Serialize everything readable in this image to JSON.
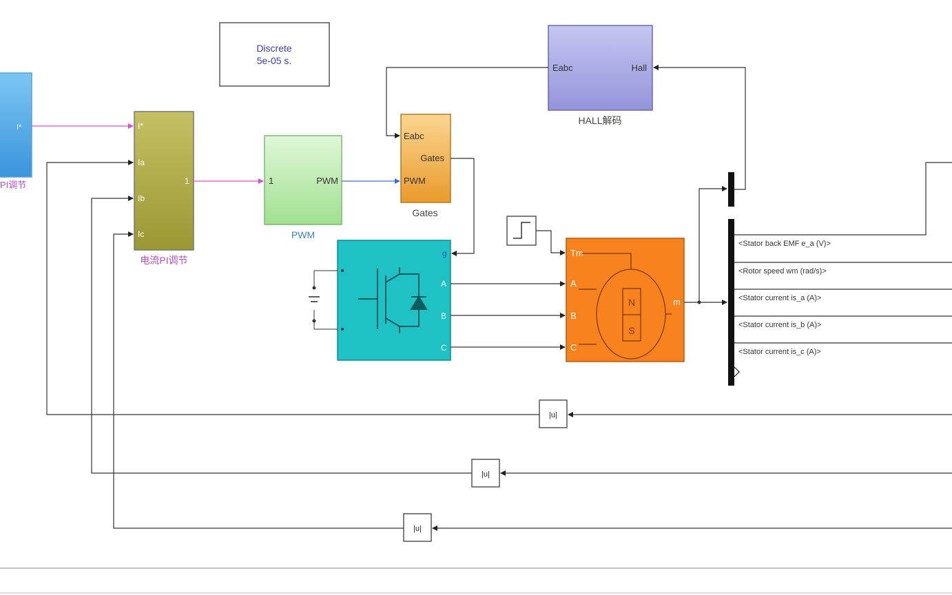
{
  "solver_block": {
    "line1": "Discrete",
    "line2": "5e-05 s."
  },
  "speed_pi": {
    "caption": "PI调节",
    "out_port": "I*"
  },
  "current_pi": {
    "caption": "电流PI调节",
    "in_ports": [
      "I*",
      "Ia",
      "Ib",
      "Ic"
    ],
    "out_port": "1"
  },
  "pwm": {
    "caption": "PWM",
    "in_port": "1",
    "out_port": "PWM"
  },
  "gates": {
    "caption": "Gates",
    "in_ports": [
      "Eabc",
      "PWM"
    ],
    "out_port": "Gates"
  },
  "hall": {
    "caption": "HALL解码",
    "in_port": "Hall",
    "out_port": "Eabc"
  },
  "inverter": {
    "port_g": "g",
    "ports": [
      "A",
      "B",
      "C"
    ]
  },
  "motor": {
    "in_ports": [
      "Tm",
      "A",
      "B",
      "C"
    ],
    "out_port": "m",
    "pole_n": "N",
    "pole_s": "S"
  },
  "bus_selector": {
    "signals": [
      "<Stator back EMF e_a (V)>",
      "<Rotor speed wm (rad/s)>",
      "<Stator current is_a (A)>",
      "<Stator current is_b (A)>",
      "<Stator current is_c (A)>"
    ]
  },
  "abs_blocks": [
    {
      "symbol": "|u|"
    },
    {
      "symbol": "|u|"
    },
    {
      "symbol": "|u|"
    }
  ],
  "colors": {
    "speed_pi": "#4aa6e6",
    "current_pi": "#b0ad45",
    "pwm": "#b8ecb0",
    "gates": "#f0b04c",
    "hall": "#a6a6e6",
    "inverter": "#1ec2c4",
    "motor": "#f7821e",
    "signal_magenta": "#d64fd8",
    "signal_blue": "#3b6fd8",
    "caption_purple": "#b34fc0",
    "caption_blue": "#3d7fd0"
  }
}
